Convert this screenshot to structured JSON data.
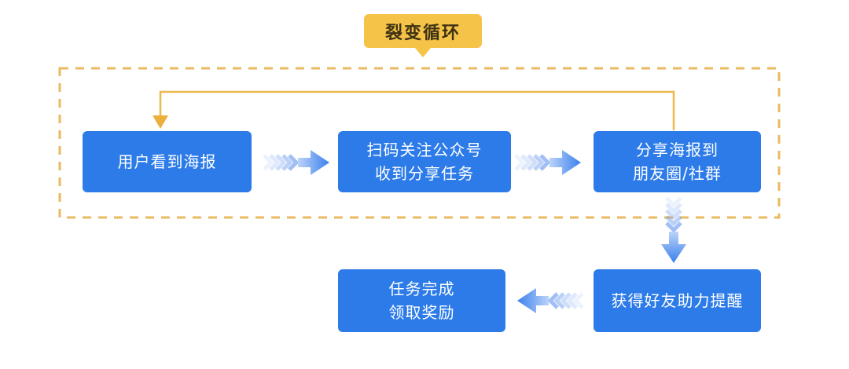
{
  "title": {
    "label": "裂变循环"
  },
  "steps": [
    {
      "name": "user-sees-poster",
      "lines": [
        "用户看到海报",
        ""
      ]
    },
    {
      "name": "scan-follow-receive-task",
      "lines": [
        "扫码关注公众号",
        "收到分享任务"
      ]
    },
    {
      "name": "share-poster-to-groups",
      "lines": [
        "分享海报到",
        "朋友圈/社群"
      ]
    },
    {
      "name": "friend-assist-reminder",
      "lines": [
        "获得好友助力提醒",
        ""
      ]
    },
    {
      "name": "task-complete-claim-reward",
      "lines": [
        "任务完成",
        "领取奖励"
      ]
    }
  ],
  "icons": {
    "flow_arrow": "chevron-fade-arrow",
    "loop_arrow": "down-triangle-arrowhead"
  },
  "colors": {
    "background": "#FFFFFF",
    "step_blue": "#2C7BE8",
    "step_text": "#FFFFFF",
    "title_bg": "#F6C349",
    "title_text": "#3E3213",
    "dashed_border": "#E9BA60",
    "loop_line": "#EDB94E",
    "loop_arrowhead": "#EBAF3C",
    "arrow_solid": "#3A80EC",
    "arrow_light": "#BBD3F8",
    "arrow_chevron": "#6E9DEF"
  }
}
